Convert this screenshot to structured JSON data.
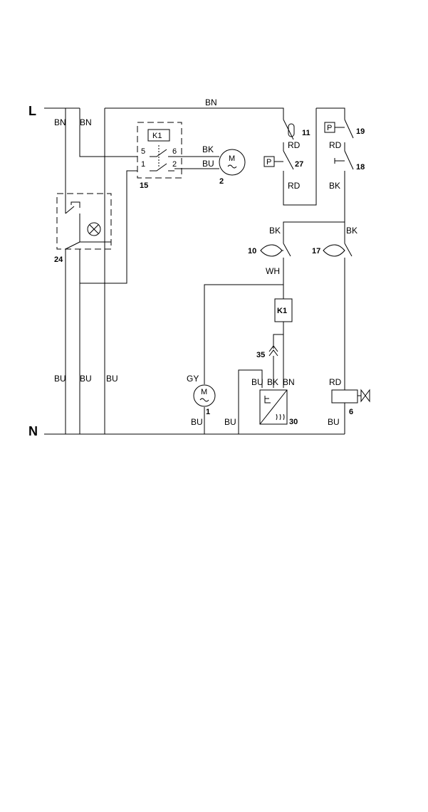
{
  "rails": {
    "live": "L",
    "neutral": "N"
  },
  "wire_colors": {
    "brown": "BN",
    "blue": "BU",
    "black": "BK",
    "red": "RD",
    "white": "WH",
    "grey": "GY"
  },
  "components": {
    "relay": {
      "label": "K1",
      "terminals": [
        "5",
        "6",
        "1",
        "2"
      ],
      "ref": "15"
    },
    "fan_motor_2": {
      "symbol": "M",
      "ref": "2"
    },
    "fan_motor_1": {
      "symbol": "M",
      "ref": "1"
    },
    "lamp_switch": {
      "ref": "24"
    },
    "thermostat": {
      "ref": "11"
    },
    "pressure_switch_27": {
      "symbol": "P",
      "ref": "27"
    },
    "pressure_switch_19": {
      "symbol": "P",
      "ref": "19"
    },
    "manual_switch_18": {
      "ref": "18"
    },
    "float_switch_10": {
      "ref": "10"
    },
    "float_switch_17": {
      "ref": "17"
    },
    "relay_coil": {
      "label": "K1"
    },
    "connector": {
      "ref": "35"
    },
    "heater_unit": {
      "ref": "30"
    },
    "solenoid_valve": {
      "ref": "6"
    }
  },
  "colors": {
    "line": "#000000",
    "background": "#ffffff"
  }
}
